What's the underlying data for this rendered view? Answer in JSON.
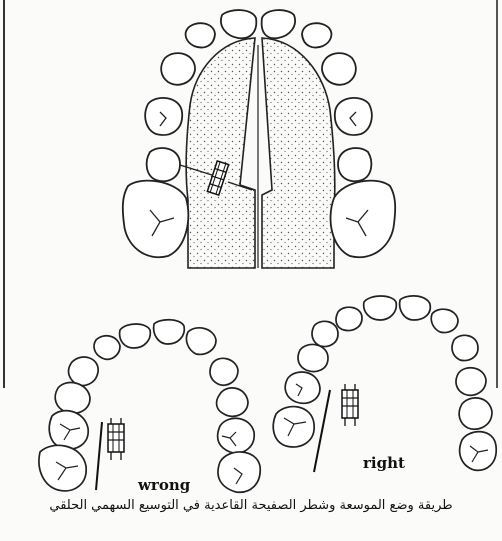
{
  "figure": {
    "labels": {
      "wrong": "wrong",
      "right": "right"
    },
    "caption": "طريقة وضع الموسعة وشطر الصفيحة القاعدية في التوسيع السهمي الحلقي"
  },
  "colors": {
    "ink": "#222222",
    "paper": "#fbfbf9",
    "stipple": "#555555"
  }
}
